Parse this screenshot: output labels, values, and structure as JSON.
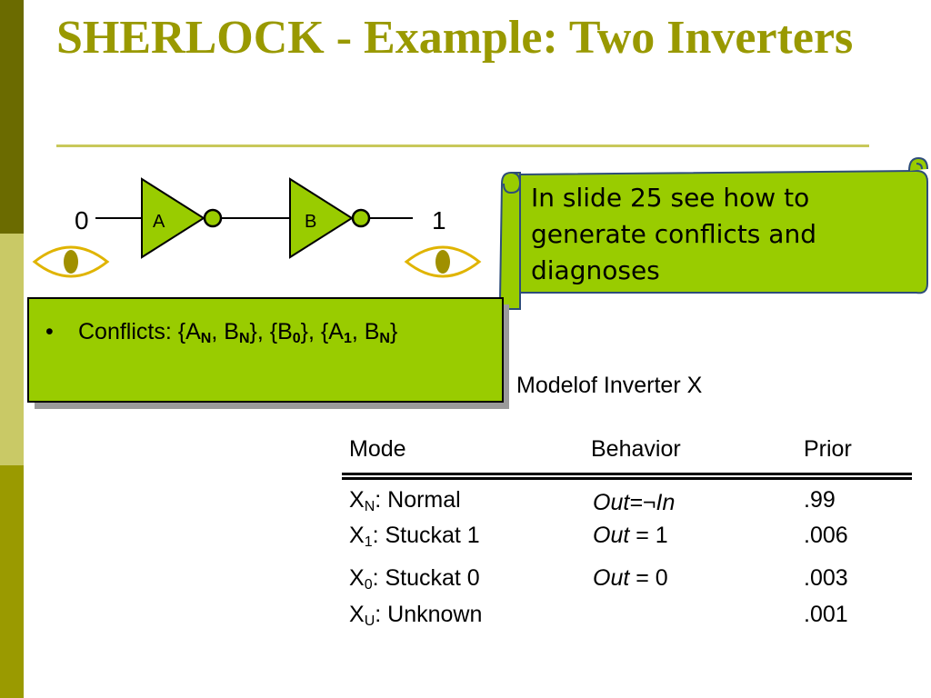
{
  "slide": {
    "title": "SHERLOCK - Example: Two Inverters"
  },
  "circuit": {
    "input_value": "0",
    "output_value": "1",
    "gate_a_label": "A",
    "gate_b_label": "B"
  },
  "callout": {
    "text": "In slide 25 see how to generate conflicts and diagnoses"
  },
  "conflicts": {
    "bullet": "•",
    "label": "Conflicts: ",
    "parts": [
      {
        "t": "{A"
      },
      {
        "s": "N"
      },
      {
        "t": ", B"
      },
      {
        "s": "N"
      },
      {
        "t": "}, {B"
      },
      {
        "s": "0"
      },
      {
        "t": "}, {A"
      },
      {
        "s": "1"
      },
      {
        "t": ", B"
      },
      {
        "s": "N"
      },
      {
        "t": "}"
      }
    ]
  },
  "model": {
    "title": "Modelof Inverter X",
    "headers": {
      "mode": "Mode",
      "behavior": "Behavior",
      "prior": "Prior"
    },
    "rows": [
      {
        "mode_base": "X",
        "mode_sub": "N",
        "mode_rest": ": Normal",
        "beh_italic": "Out",
        "beh_rest": "=¬In",
        "beh_rest_italic": true,
        "prior": ".99"
      },
      {
        "mode_base": "X",
        "mode_sub": "1",
        "mode_rest": ": Stuckat 1",
        "beh_italic": "Out",
        "beh_rest": " = 1",
        "beh_rest_italic": false,
        "prior": ".006"
      },
      {
        "mode_base": "X",
        "mode_sub": "0",
        "mode_rest": ": Stuckat 0",
        "beh_italic": "Out",
        "beh_rest": " = 0",
        "beh_rest_italic": false,
        "prior": ".003"
      },
      {
        "mode_base": "X",
        "mode_sub": "U",
        "mode_rest": ": Unknown",
        "beh_italic": "",
        "beh_rest": "",
        "beh_rest_italic": false,
        "prior": ".001"
      }
    ]
  }
}
